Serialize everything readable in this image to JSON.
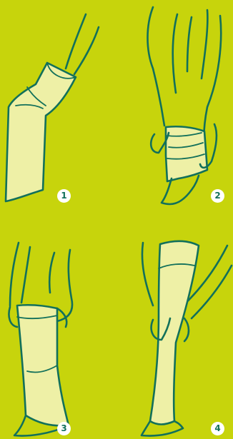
{
  "background_color": "#c7d40c",
  "line_color": "#12705a",
  "stocking_color": "#eef0a6",
  "badge_color": "#ffffff",
  "steps": [
    {
      "number": "1",
      "icon": "stocking-inverted-on-hand-illustration"
    },
    {
      "number": "2",
      "icon": "hands-pulling-stocking-over-foot-illustration"
    },
    {
      "number": "3",
      "icon": "hands-pulling-stocking-up-calf-illustration"
    },
    {
      "number": "4",
      "icon": "stocking-on-leg-smoothing-illustration"
    }
  ]
}
